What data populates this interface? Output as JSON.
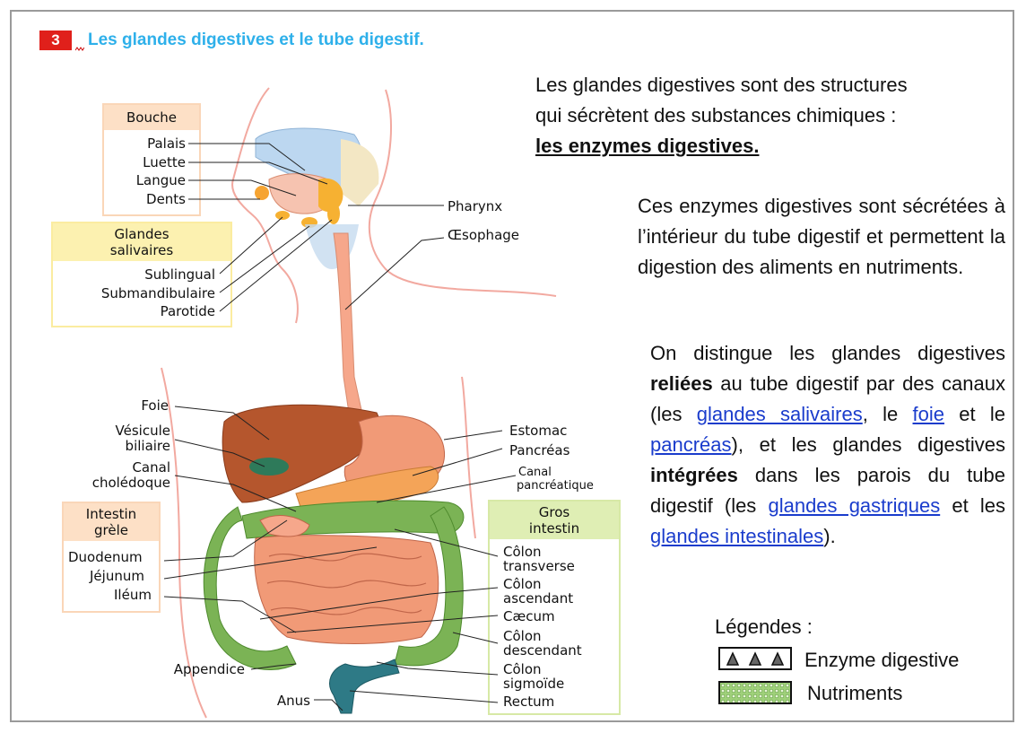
{
  "header": {
    "number": "3",
    "title": "Les glandes digestives et le tube digestif."
  },
  "text": {
    "p1_line1": "Les glandes digestives sont des structures",
    "p1_line2": "qui sécrètent des substances chimiques :",
    "p1_strong": "les enzymes digestives.",
    "p2": "Ces enzymes digestives sont sécrétées à l’intérieur du tube digestif et permettent la digestion des aliments en nutriments.",
    "p3": {
      "a": "On distingue les glandes digestives ",
      "b": "reliées",
      "c": " au tube digestif par des canaux (les ",
      "link1": "glandes salivaires",
      "d": ", le ",
      "link2": "foie",
      "e": " et le ",
      "link3": "pancréas",
      "f": "), et les glandes digestives ",
      "g": "intégrées",
      "h": " dans les parois du tube digestif (les ",
      "link4": "glandes gastriques",
      "i": " et les ",
      "link5": "glandes intestinales",
      "j": ")."
    }
  },
  "legend": {
    "title": "Légendes :",
    "enzyme": "Enzyme digestive",
    "nutriments": "Nutriments"
  },
  "diagram": {
    "boxes": {
      "bouche": "Bouche",
      "glandes_l1": "Glandes",
      "glandes_l2": "salivaires",
      "intestin_l1": "Intestin",
      "intestin_l2": "grèle",
      "gros_l1": "Gros",
      "gros_l2": "intestin"
    },
    "labels": {
      "palais": "Palais",
      "luette": "Luette",
      "langue": "Langue",
      "dents": "Dents",
      "sublingual": "Sublingual",
      "submandibulaire": "Submandibulaire",
      "parotide": "Parotide",
      "pharynx": "Pharynx",
      "oesophage": "Œsophage",
      "foie": "Foie",
      "vesicule_l1": "Vésicule",
      "vesicule_l2": "biliaire",
      "canal_l1": "Canal",
      "canal_l2": "cholédoque",
      "duodenum": "Duodenum",
      "jejunum": "Jéjunum",
      "ileum": "Iléum",
      "appendice": "Appendice",
      "anus": "Anus",
      "estomac": "Estomac",
      "pancreas": "Pancréas",
      "canalp_l1": "Canal",
      "canalp_l2": "pancréatique",
      "colon_t_l1": "Côlon",
      "colon_t_l2": "transverse",
      "colon_a_l1": "Côlon",
      "colon_a_l2": "ascendant",
      "caecum": "Cæcum",
      "colon_d_l1": "Côlon",
      "colon_d_l2": "descendant",
      "colon_s_l1": "Côlon",
      "colon_s_l2": "sigmoïde",
      "rectum": "Rectum"
    }
  },
  "colors": {
    "badge": "#e0201b",
    "title": "#2eb0ea",
    "link": "#1a3ccc",
    "box_orange_head": "#fde0c6",
    "box_yellow_head": "#fcf1b0",
    "box_green_head": "#dfeeb4",
    "liver": "#b5562d",
    "intestine": "#f19a77",
    "colon": "#7bb355",
    "sigmoid": "#2e7a86"
  }
}
